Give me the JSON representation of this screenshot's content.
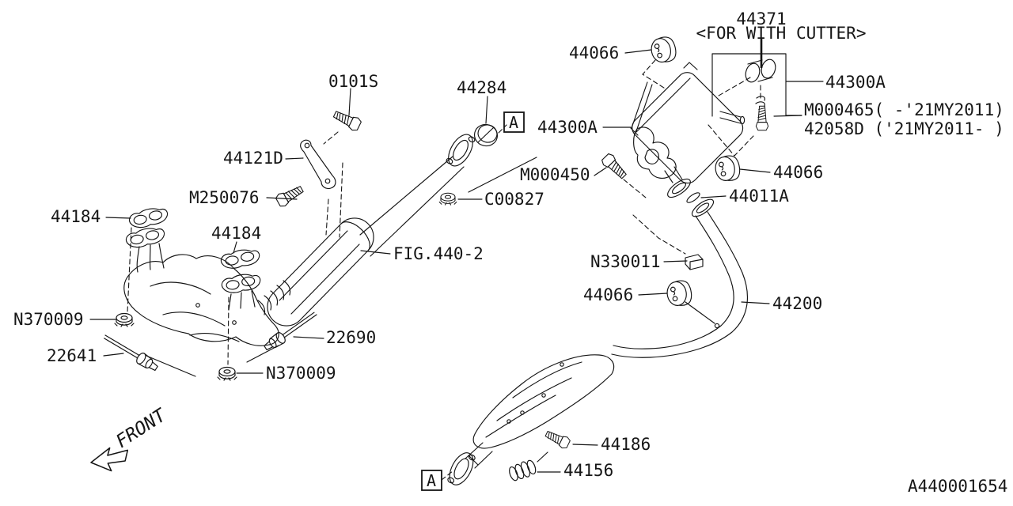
{
  "diagram": {
    "id": "A440001654",
    "front_label": "FRONT",
    "section_marker": "A",
    "figure_ref": "FIG.440-2",
    "note_cutter": "<FOR WITH CUTTER>"
  },
  "parts": {
    "muffler_hanger": "44066",
    "rear_muffler": "44300A",
    "cutter": "44371",
    "bolt_m000465": "M000465( -'21MY2011)",
    "bolt_42058d": "42058D ('21MY2011- )",
    "bolt_0101s": "0101S",
    "gasket_44284": "44284",
    "bracket_44121d": "44121D",
    "bolt_m000450": "M000450",
    "bolt_m250076": "M250076",
    "nut_c00827": "C00827",
    "gasket_44011a": "44011A",
    "gasket_44184": "44184",
    "clamp_n330011": "N330011",
    "center_pipe": "44200",
    "nut_n370009": "N370009",
    "sensor_22641": "22641",
    "sensor_22690": "22690",
    "bolt_44186": "44186",
    "spring_44156": "44156"
  }
}
